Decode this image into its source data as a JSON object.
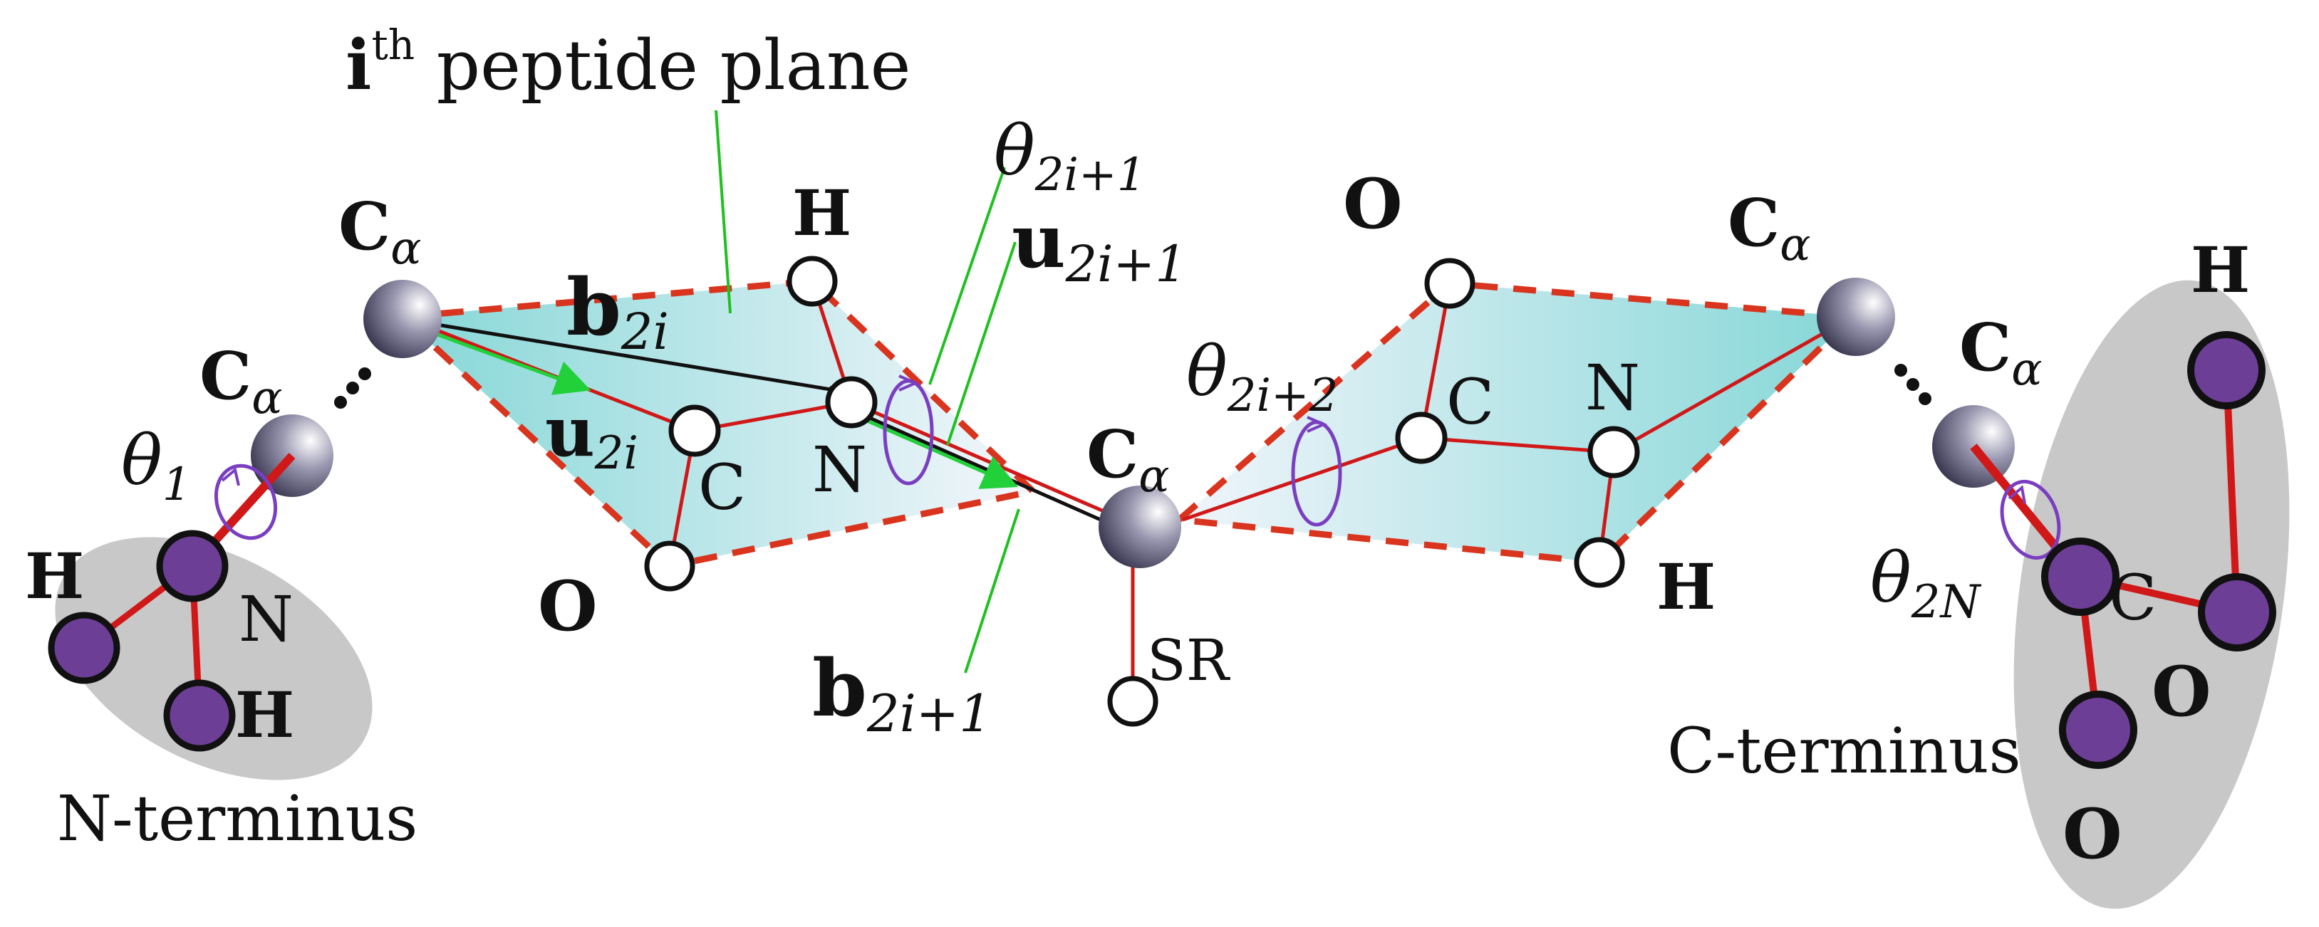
{
  "title": "i",
  "title_sup": "th",
  "title_rest": " peptide plane",
  "colors": {
    "plane_fill_left": "#7ed3d3",
    "plane_fill_right": "#e6f1f8",
    "dash": "#d9341e",
    "bond": "#d01818",
    "green": "#1fc01f",
    "purple": "#7a3fc0",
    "terminus_fill": "#c8c8c8",
    "terminus_atom": "#6c3e96"
  },
  "labels": {
    "ca_left": {
      "t": "C",
      "s": "α"
    },
    "ca_far_left": {
      "t": "C",
      "s": "α"
    },
    "ca_mid": {
      "t": "C",
      "s": "α"
    },
    "ca_right": {
      "t": "C",
      "s": "α"
    },
    "ca_far_right": {
      "t": "C",
      "s": "α"
    },
    "h_left": "H",
    "n_left": "N",
    "c_left": "C",
    "o_left": "O",
    "o_right": "O",
    "c_right": "C",
    "n_right": "N",
    "h_right": "H",
    "sr": "SR",
    "b2i": {
      "t": "b",
      "s": "2i"
    },
    "u2i": {
      "t": "u",
      "s": "2i"
    },
    "theta_2i1": {
      "t": "θ",
      "s": "2i+1"
    },
    "u_2i1": {
      "t": "u",
      "s": "2i+1"
    },
    "b_2i1": {
      "t": "b",
      "s": "2i+1"
    },
    "theta_2i2": {
      "t": "θ",
      "s": "2i+2"
    },
    "theta_1": {
      "t": "θ",
      "s": "1"
    },
    "theta_2N": {
      "t": "θ",
      "s": "2N"
    }
  },
  "n_terminus": {
    "label": "N-terminus",
    "h1": "H",
    "n": "N",
    "h2": "H"
  },
  "c_terminus": {
    "label": "C-terminus",
    "h": "H",
    "c": "C",
    "o1": "O",
    "o2": "O"
  }
}
